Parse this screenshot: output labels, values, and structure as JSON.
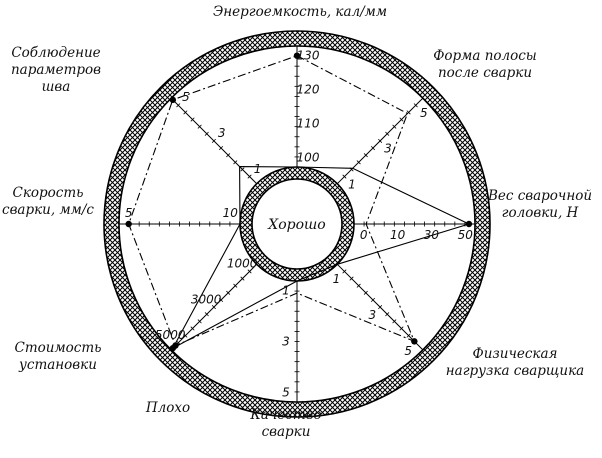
{
  "chart_data": {
    "type": "radar",
    "center_label": "Хорошо",
    "outer_label": "Плохо",
    "axes": [
      {
        "name": "energy",
        "label_lines": [
          "Энергоемкость, кал/мм"
        ],
        "ticks": [
          "100",
          "110",
          "120",
          "130"
        ]
      },
      {
        "name": "shape",
        "label_lines": [
          "Форма полосы",
          "после сварки"
        ],
        "ticks": [
          "1",
          "3",
          "5"
        ]
      },
      {
        "name": "weight",
        "label_lines": [
          "Вес сварочной",
          "головки, Н"
        ],
        "ticks": [
          "0",
          "10",
          "30",
          "50"
        ]
      },
      {
        "name": "load",
        "label_lines": [
          "Физическая",
          "нагрузка сварщика"
        ],
        "ticks": [
          "1",
          "3",
          "5"
        ]
      },
      {
        "name": "quality",
        "label_lines": [
          "Качество",
          "сварки"
        ],
        "ticks": [
          "1",
          "3",
          "5"
        ]
      },
      {
        "name": "cost",
        "label_lines": [
          "Стоимость",
          "установки"
        ],
        "ticks": [
          "1000",
          "3000",
          "5000"
        ]
      },
      {
        "name": "speed",
        "label_lines": [
          "Скорость",
          "сварки, мм/с"
        ],
        "ticks": [
          "10",
          "5"
        ]
      },
      {
        "name": "params",
        "label_lines": [
          "Соблюдение",
          "параметров",
          "шва"
        ],
        "ticks": [
          "1",
          "3",
          "5"
        ]
      }
    ],
    "series": [
      {
        "style": "solid",
        "values": [
          0.0,
          0.18,
          0.95,
          0.0,
          0.0,
          0.98,
          0.0,
          0.2
        ]
      },
      {
        "style": "dash-dot",
        "values": [
          0.92,
          0.82,
          0.1,
          0.9,
          0.1,
          0.95,
          0.92,
          0.98
        ]
      }
    ]
  }
}
